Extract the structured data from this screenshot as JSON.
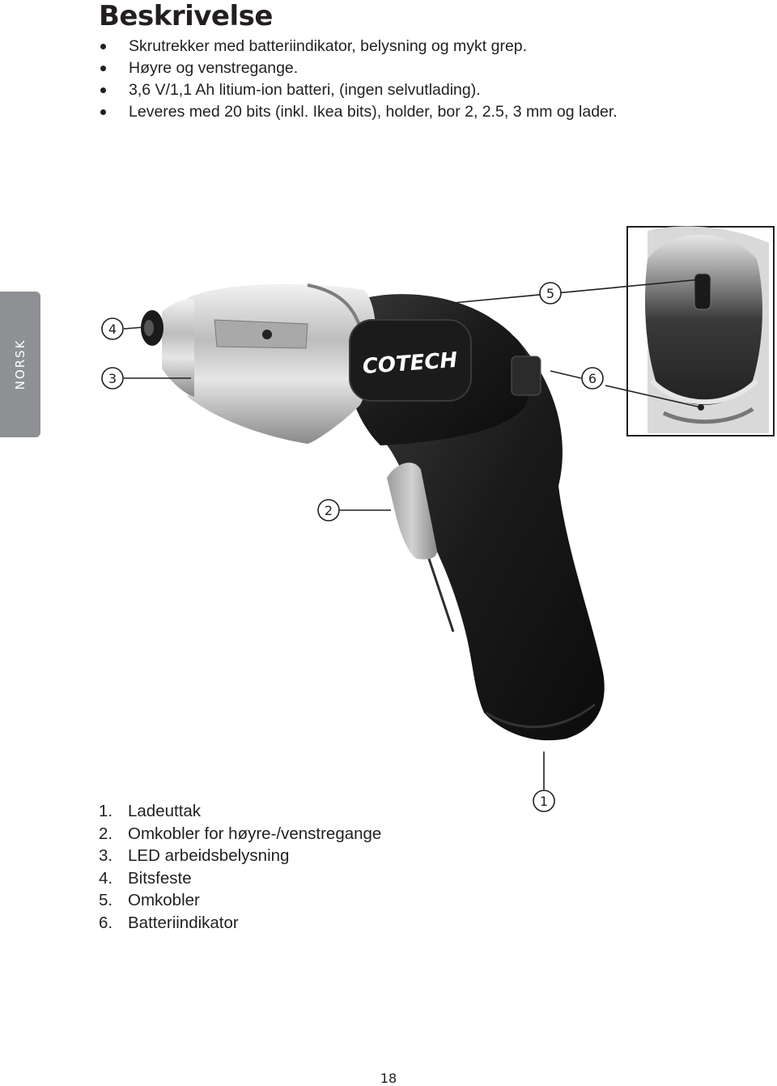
{
  "heading": "Beskrivelse",
  "features": [
    "Skrutrekker med batteriindikator, belysning og mykt grep.",
    "Høyre og venstregange.",
    "3,6 V/1,1 Ah litium-ion batteri, (ingen selvutlading).",
    "Leveres med 20 bits (inkl. Ikea bits), holder, bor 2, 2.5, 3 mm og lader."
  ],
  "side_tab": "NORSK",
  "brand_logo": "COTECH",
  "callouts": [
    "1",
    "2",
    "3",
    "4",
    "5",
    "6"
  ],
  "parts": [
    {
      "num": "1.",
      "label": "Ladeuttak"
    },
    {
      "num": "2.",
      "label": "Omkobler for høyre-/venstregange"
    },
    {
      "num": "3.",
      "label": "LED arbeidsbelysning"
    },
    {
      "num": "4.",
      "label": "Bitsfeste"
    },
    {
      "num": "5.",
      "label": "Omkobler"
    },
    {
      "num": "6.",
      "label": "Batteriindikator"
    }
  ],
  "page_number": "18"
}
